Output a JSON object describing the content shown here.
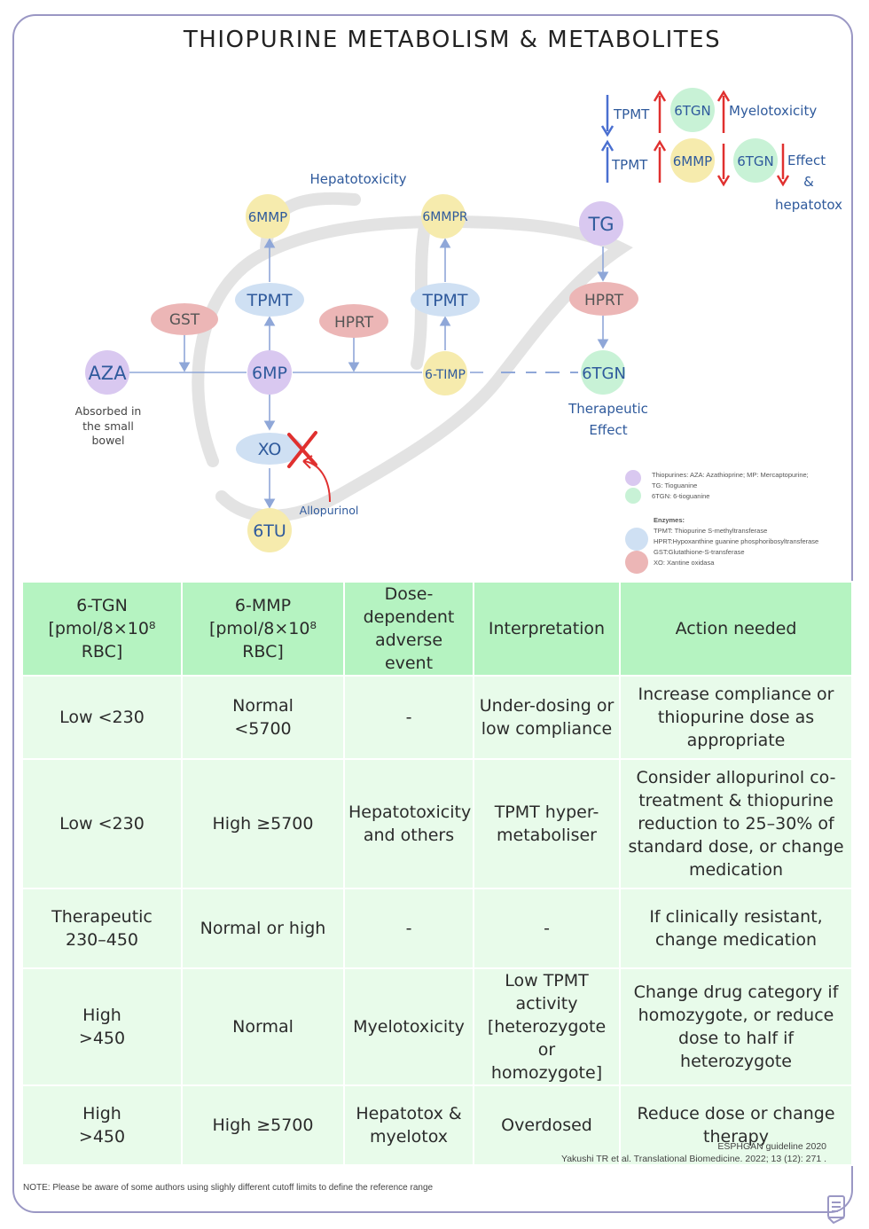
{
  "title": "THIOPURINE METABOLISM & METABOLITES",
  "colors": {
    "thiopurine": "#d9c8f0",
    "metabolite": "#f6ebad",
    "tgn": "#c8f2d6",
    "enzyme_blue": "#cfe0f3",
    "enzyme_red": "#ecb6b6",
    "arrow": "#8fa7d8",
    "text_blue": "#2f5a9c",
    "up_red": "#e0302f",
    "down_blue": "#4a6fd0"
  },
  "diagram": {
    "nodes": {
      "aza": "AZA",
      "six_mp": "6MP",
      "six_mmp": "6MMP",
      "tpmt_left": "TPMT",
      "gst": "GST",
      "hprt_mid": "HPRT",
      "xo": "XO",
      "six_tu": "6TU",
      "six_mmpr": "6MMPR",
      "tpmt_right": "TPMT",
      "six_timp": "6-TIMP",
      "tg": "TG",
      "hprt_right": "HPRT",
      "six_tgn": "6TGN"
    },
    "labels": {
      "hepatotoxicity": "Hepatotoxicity",
      "absorbed": [
        "Absorbed in",
        "the small",
        "bowel"
      ],
      "allopurinol": "Allopurinol",
      "therapeutic": [
        "Therapeutic",
        "Effect"
      ]
    },
    "key": {
      "row1": {
        "enzyme": "TPMT",
        "metabolite": "6TGN",
        "effect": "Myelotoxicity"
      },
      "row2": {
        "enzyme": "TPMT",
        "metabolite1": "6MMP",
        "metabolite2": "6TGN",
        "effect": [
          "Effect",
          "&",
          "hepatotox"
        ]
      }
    }
  },
  "legend": {
    "thiopurines": [
      "Thiopurines: AZA: Azathioprine; MP: Mercaptopurine;",
      "TG: Tioguanine",
      "6TGN: 6-tioguanine"
    ],
    "enzymes_header": "Enzymes:",
    "enzymes": [
      "TPMT: Thiopurine S-methyltransferase",
      "HPRT:Hypoxanthine guanine phosphoribosyltransferase",
      "GST:Glutathione-S-transferase",
      "XO: Xantine oxidasa"
    ]
  },
  "table": {
    "headers": [
      [
        "6-TGN",
        "[pmol/8×10⁸ RBC]"
      ],
      [
        "6-MMP",
        "[pmol/8×10⁸ RBC]"
      ],
      [
        "Dose-",
        "dependent",
        "adverse event"
      ],
      [
        "Interpretation"
      ],
      [
        "Action needed"
      ]
    ],
    "rows": [
      [
        [
          "Low <230"
        ],
        [
          "Normal",
          "<5700"
        ],
        [
          "-"
        ],
        [
          "Under-dosing or",
          "low compliance"
        ],
        [
          "Increase compliance or",
          "thiopurine dose as",
          "appropriate"
        ]
      ],
      [
        [
          "Low <230"
        ],
        [
          "High ≥5700"
        ],
        [
          "Hepatotoxicity",
          "and others"
        ],
        [
          "TPMT hyper-",
          "metaboliser"
        ],
        [
          "Consider allopurinol co-",
          "treatment & thiopurine",
          "reduction to 25–30% of",
          "standard dose, or change",
          "medication"
        ]
      ],
      [
        [
          "Therapeutic",
          "230–450"
        ],
        [
          "Normal or high"
        ],
        [
          "-"
        ],
        [
          "-"
        ],
        [
          "If clinically resistant,",
          "change medication"
        ]
      ],
      [
        [
          "High",
          ">450"
        ],
        [
          "Normal"
        ],
        [
          "Myelotoxicity"
        ],
        [
          "Low TPMT activity",
          "[heterozygote or",
          "homozygote]"
        ],
        [
          "Change drug category if",
          "homozygote, or reduce",
          "dose to half if heterozygote"
        ]
      ],
      [
        [
          "High",
          ">450"
        ],
        [
          "High ≥5700"
        ],
        [
          "Hepatotox &",
          "myelotox"
        ],
        [
          "Overdosed"
        ],
        [
          "Reduce dose or change",
          "therapy"
        ]
      ]
    ]
  },
  "references": [
    "ESPHGAN guideline 2020",
    "Yakushi TR et al. Translational Biomedicine. 2022; 13 (12): 271 ."
  ],
  "note": "NOTE: Please be aware of some authors using slighly different cutoff limits to define the reference range",
  "icons": {
    "corner": "book-icon",
    "up": "arrow-up-icon",
    "down": "arrow-down-icon",
    "blocked": "cross-icon"
  }
}
